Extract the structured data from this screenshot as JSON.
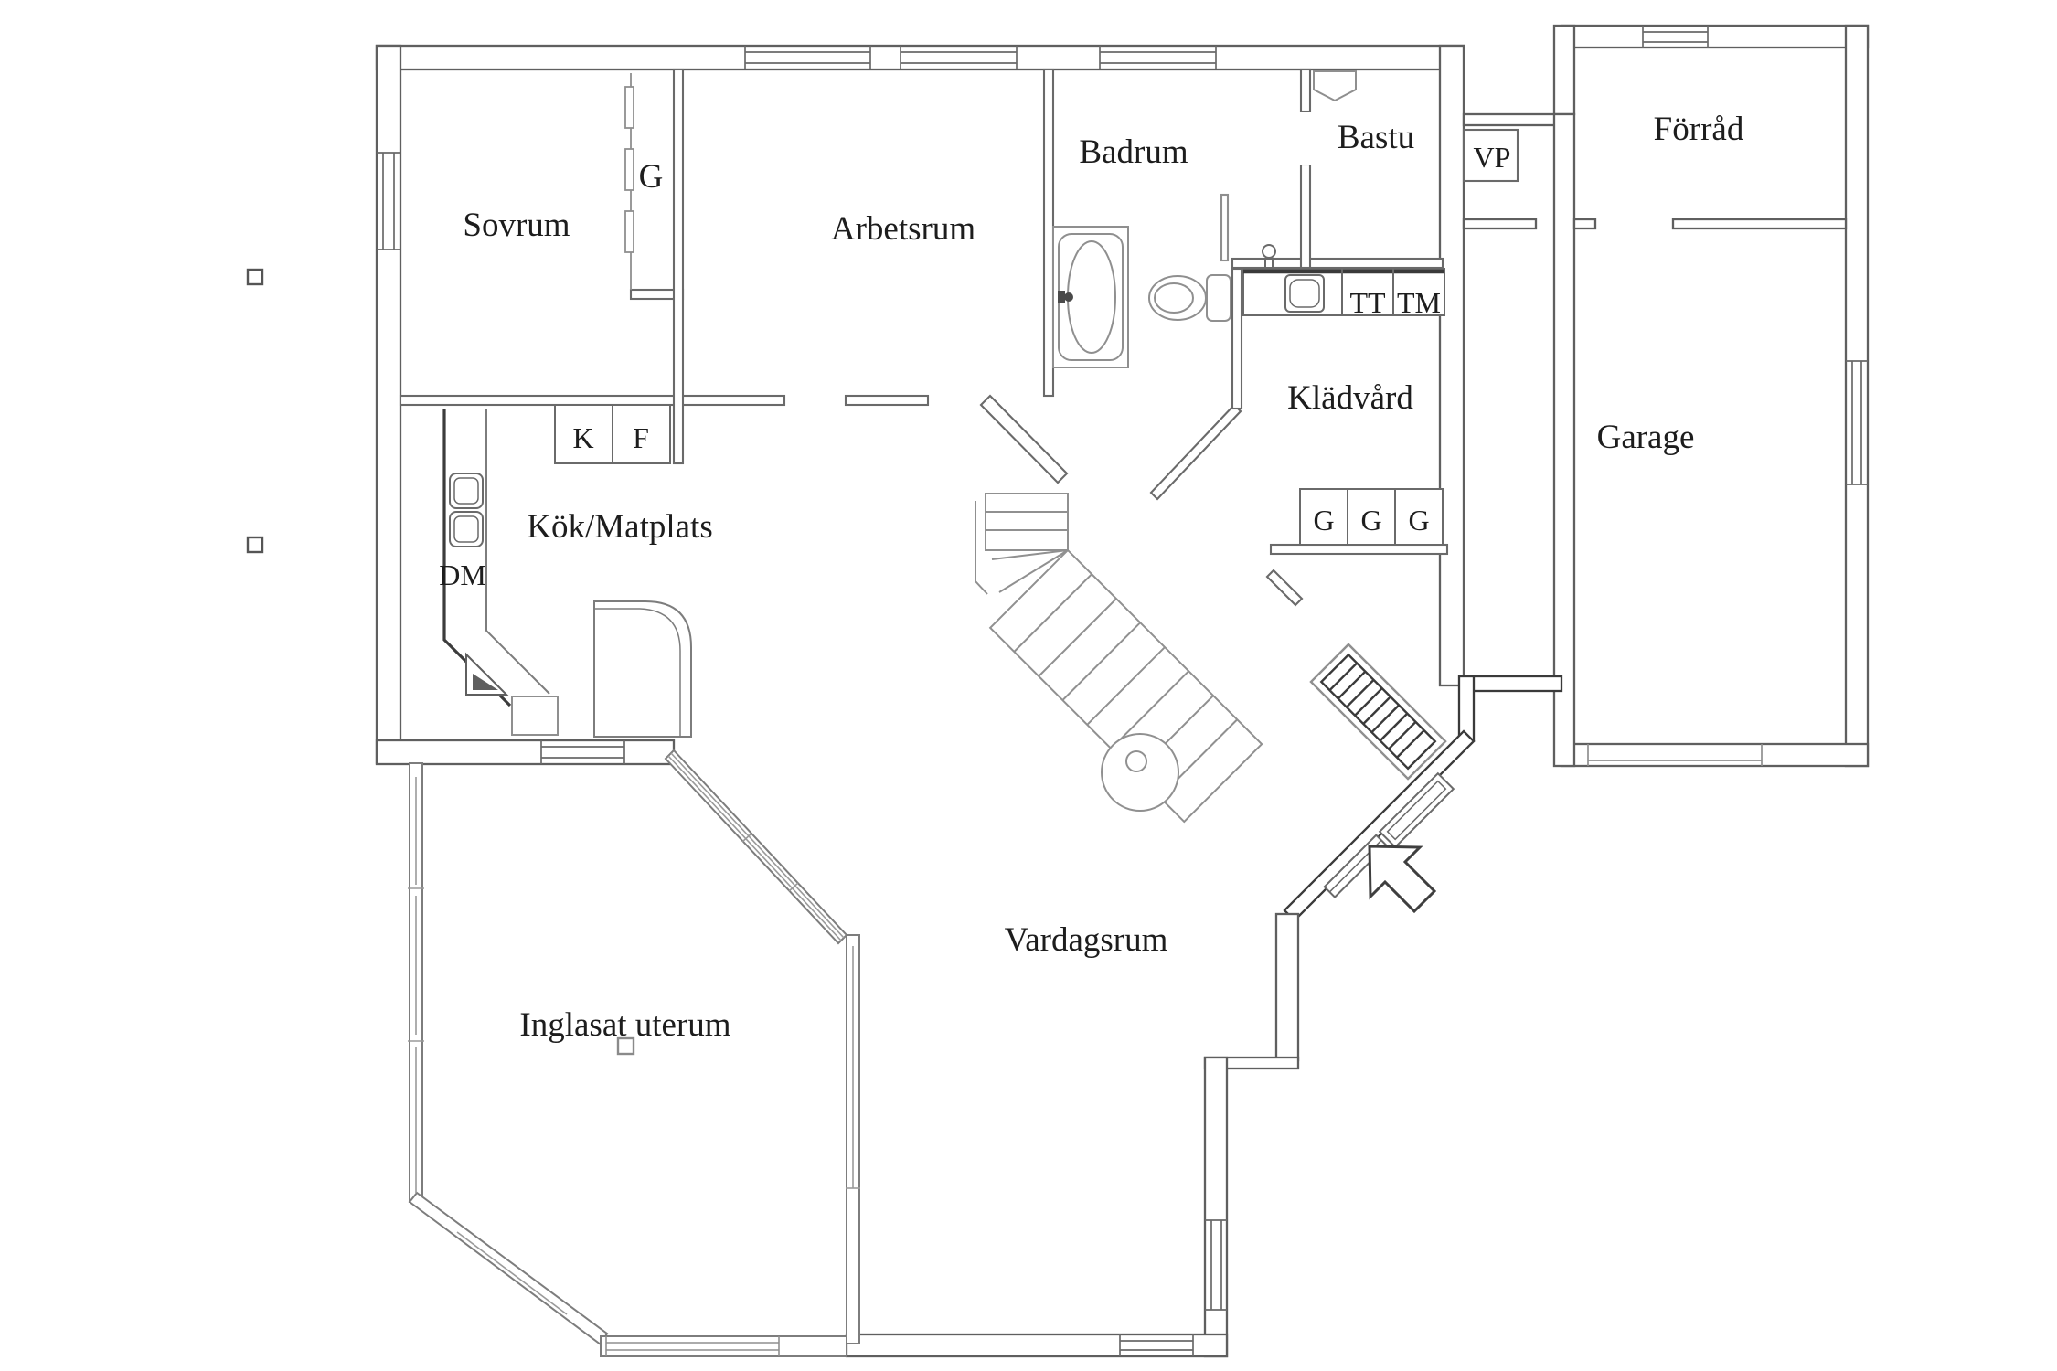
{
  "rooms": {
    "sovrum": "Sovrum",
    "closet_g": "G",
    "arbetsrum": "Arbetsrum",
    "badrum": "Badrum",
    "bastu": "Bastu",
    "vp": "VP",
    "forrad": "Förråd",
    "garage": "Garage",
    "kladvard": "Klädvård",
    "kok": "Kök/Matplats",
    "vardagsrum": "Vardagsrum",
    "uterum": "Inglasat uterum"
  },
  "labels": {
    "k": "K",
    "f": "F",
    "dm": "DM",
    "tt": "TT",
    "tm": "TM",
    "g1": "G",
    "g2": "G",
    "g3": "G"
  },
  "colors": {
    "wall": "#5f5f5f",
    "fixture": "#8f8f8f",
    "dark": "#3a3a3a",
    "text": "#1d1d1d",
    "background": "#ffffff"
  }
}
